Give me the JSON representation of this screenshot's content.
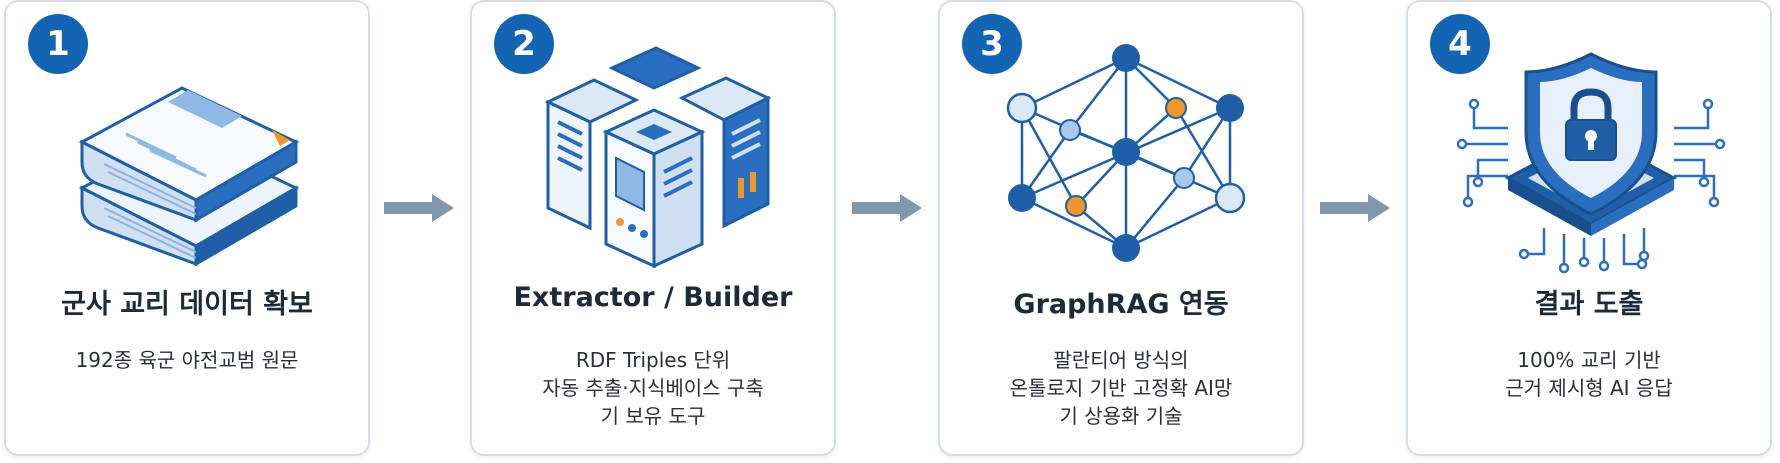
{
  "steps": [
    {
      "number": "1",
      "title": "군사 교리 데이터 확보",
      "lines": [
        "192종 육군 야전교범 원문"
      ]
    },
    {
      "number": "2",
      "title": "Extractor / Builder",
      "lines": [
        "RDF Triples 단위",
        "자동 추출·지식베이스 구축",
        "기 보유 도구"
      ]
    },
    {
      "number": "3",
      "title": "GraphRAG 연동",
      "lines": [
        "팔란티어 방식의",
        "온톨로지 기반 고정확 AI망",
        "기 상용화 기술"
      ]
    },
    {
      "number": "4",
      "title": "결과 도출",
      "lines": [
        "100% 교리 기반",
        "근거 제시형 AI 응답"
      ]
    }
  ],
  "icons": [
    "manual-books-icon",
    "server-rack-icon",
    "knowledge-graph-icon",
    "shield-lock-chip-icon"
  ],
  "colors": {
    "accent": "#1464b4",
    "arrow": "#8197ad",
    "card_border": "#d6dde8",
    "highlight": "#f0962a"
  }
}
